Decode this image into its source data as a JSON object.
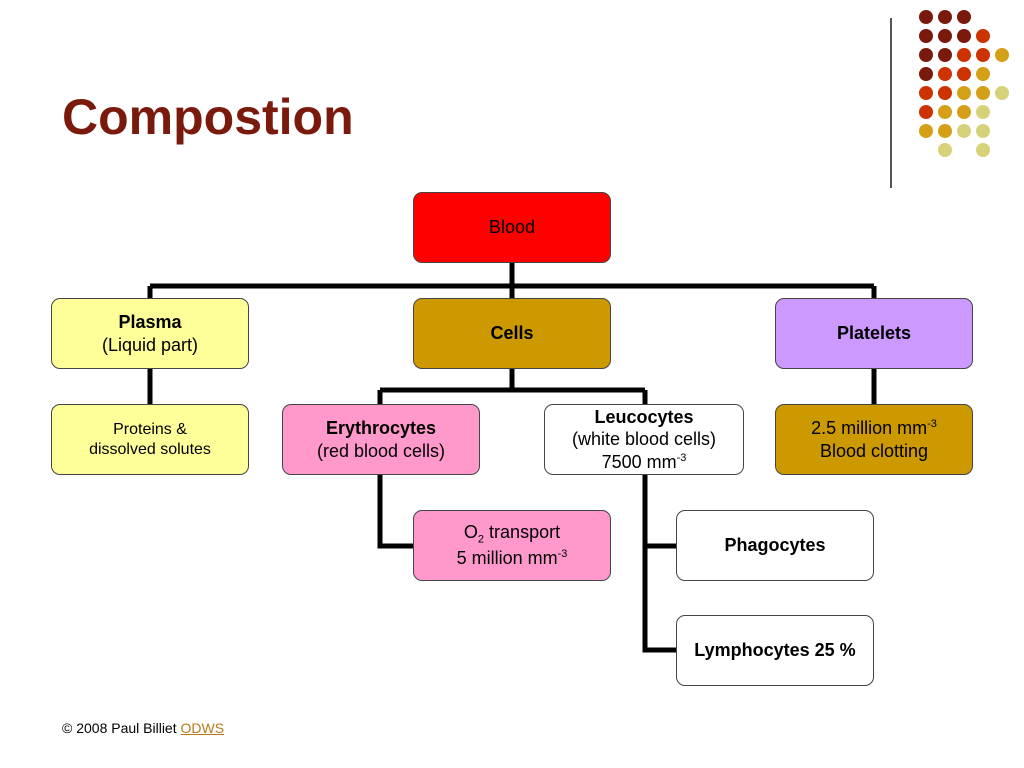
{
  "slide": {
    "title": "Compostion"
  },
  "colors": {
    "title": "#7a1a0d",
    "dots": [
      "#7a1a0d",
      "#cc3300",
      "#d4a017",
      "#d6d27a"
    ],
    "blood_box": "#ff0000",
    "plasma_box": "#ffff99",
    "cells_box": "#cc9900",
    "platelets_box": "#cc99ff",
    "erythrocyte_box": "#ff99cc",
    "leucocyte_box": "#ffffff",
    "connector": "#000000"
  },
  "diagram": {
    "blood": "Blood",
    "plasma": {
      "name": "Plasma",
      "desc": "(Liquid part)"
    },
    "cells": "Cells",
    "platelets": "Platelets",
    "plasma_contents": {
      "line1": "Proteins &",
      "line2": "dissolved solutes"
    },
    "erythrocytes": {
      "name": "Erythrocytes",
      "desc": "(red blood cells)"
    },
    "leucocytes": {
      "name": "Leucocytes",
      "desc": "(white blood cells)",
      "count": "7500 mm",
      "count_exp": "-3"
    },
    "platelet_info": {
      "count": "2.5 million mm",
      "count_exp": "-3",
      "role": "Blood clotting"
    },
    "o2": {
      "o": "O",
      "sub": "2",
      "rest": " transport",
      "count": "5 million mm",
      "count_exp": "-3"
    },
    "phagocytes": "Phagocytes",
    "lymphocytes": "Lymphocytes 25 %"
  },
  "footer": {
    "copyright": "© 2008 Paul Billiet ",
    "link": "ODWS"
  }
}
